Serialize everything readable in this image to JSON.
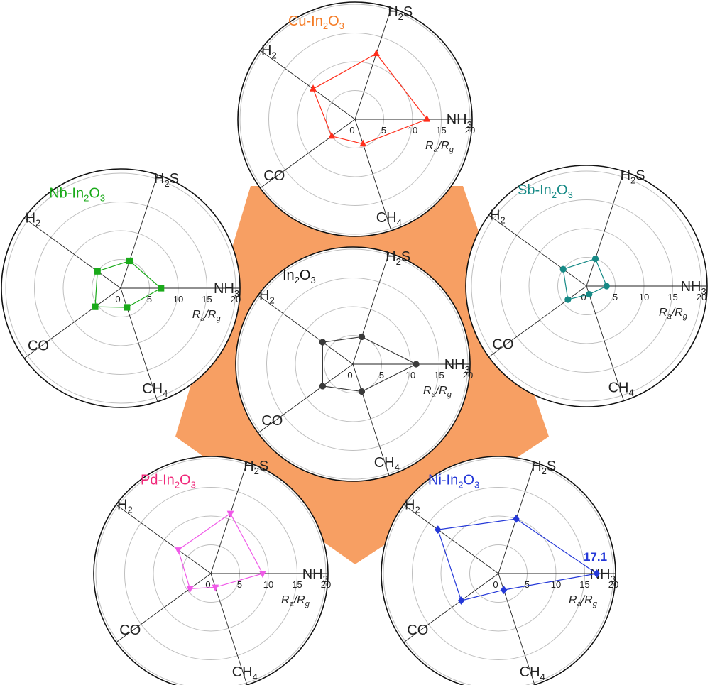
{
  "colors": {
    "background_pentagon": "#F79F63",
    "grid": "#222222",
    "ring": "#bfbfbf"
  },
  "chart_data": [
    {
      "type": "radar",
      "title_base": "In",
      "title_sub1": "2",
      "title_mid": "O",
      "title_sub2": "3",
      "color": "#3a3a3a",
      "marker": "circle",
      "axes": [
        "H2S",
        "NH3",
        "CH4",
        "CO",
        "H2"
      ],
      "values": [
        5,
        11,
        5,
        6.5,
        6.5
      ],
      "rlim": [
        0,
        20
      ],
      "ticks": [
        0,
        5,
        10,
        15,
        20
      ],
      "ratio_label": "Ra/Rg"
    },
    {
      "type": "radar",
      "title_prefix": "Cu-",
      "title_base": "In",
      "title_sub1": "2",
      "title_mid": "O",
      "title_sub2": "3",
      "color": "#FF2D1A",
      "title_color": "#F57B25",
      "marker": "triangle-up",
      "axes": [
        "H2S",
        "NH3",
        "CH4",
        "CO",
        "H2"
      ],
      "values": [
        12,
        12.5,
        4.5,
        5,
        9
      ],
      "rlim": [
        0,
        20
      ],
      "ticks": [
        0,
        5,
        10,
        15,
        20
      ],
      "ratio_label": "Ra/Rg"
    },
    {
      "type": "radar",
      "title_prefix": "Sb-",
      "title_base": "In",
      "title_sub1": "2",
      "title_mid": "O",
      "title_sub2": "3",
      "color": "#178A86",
      "title_color": "#178A86",
      "marker": "circle",
      "axes": [
        "H2S",
        "NH3",
        "CH4",
        "CO",
        "H2"
      ],
      "values": [
        5,
        3.5,
        1.5,
        4,
        5
      ],
      "rlim": [
        0,
        20
      ],
      "ticks": [
        0,
        5,
        10,
        15,
        20
      ],
      "ratio_label": "Ra/Rg"
    },
    {
      "type": "radar",
      "title_prefix": "Nb-",
      "title_base": "In",
      "title_sub1": "2",
      "title_mid": "O",
      "title_sub2": "3",
      "color": "#1AAA1A",
      "title_color": "#1AAA1A",
      "marker": "square",
      "axes": [
        "H2S",
        "NH3",
        "CH4",
        "CO",
        "H2"
      ],
      "values": [
        5,
        7,
        3.5,
        5.5,
        5
      ],
      "rlim": [
        0,
        20
      ],
      "ticks": [
        0,
        5,
        10,
        15,
        20
      ],
      "ratio_label": "Ra/Rg"
    },
    {
      "type": "radar",
      "title_prefix": "Pd-",
      "title_base": "In",
      "title_sub1": "2",
      "title_mid": "O",
      "title_sub2": "3",
      "color": "#F05AE8",
      "title_color": "#F0287A",
      "marker": "triangle-down",
      "axes": [
        "H2S",
        "NH3",
        "CH4",
        "CO",
        "H2"
      ],
      "values": [
        11,
        9,
        2.5,
        4.5,
        7
      ],
      "rlim": [
        0,
        20
      ],
      "ticks": [
        0,
        5,
        10,
        15,
        20
      ],
      "ratio_label": "Ra/Rg"
    },
    {
      "type": "radar",
      "title_prefix": "Ni-",
      "title_base": "In",
      "title_sub1": "2",
      "title_mid": "O",
      "title_sub2": "3",
      "color": "#2438D8",
      "title_color": "#2438D8",
      "marker": "diamond",
      "axes": [
        "H2S",
        "NH3",
        "CH4",
        "CO",
        "H2"
      ],
      "values": [
        10,
        17.1,
        3,
        8,
        13
      ],
      "rlim": [
        0,
        20
      ],
      "ticks": [
        0,
        5,
        10,
        15,
        20
      ],
      "ratio_label": "Ra/Rg",
      "peak_label": "17.1"
    }
  ]
}
